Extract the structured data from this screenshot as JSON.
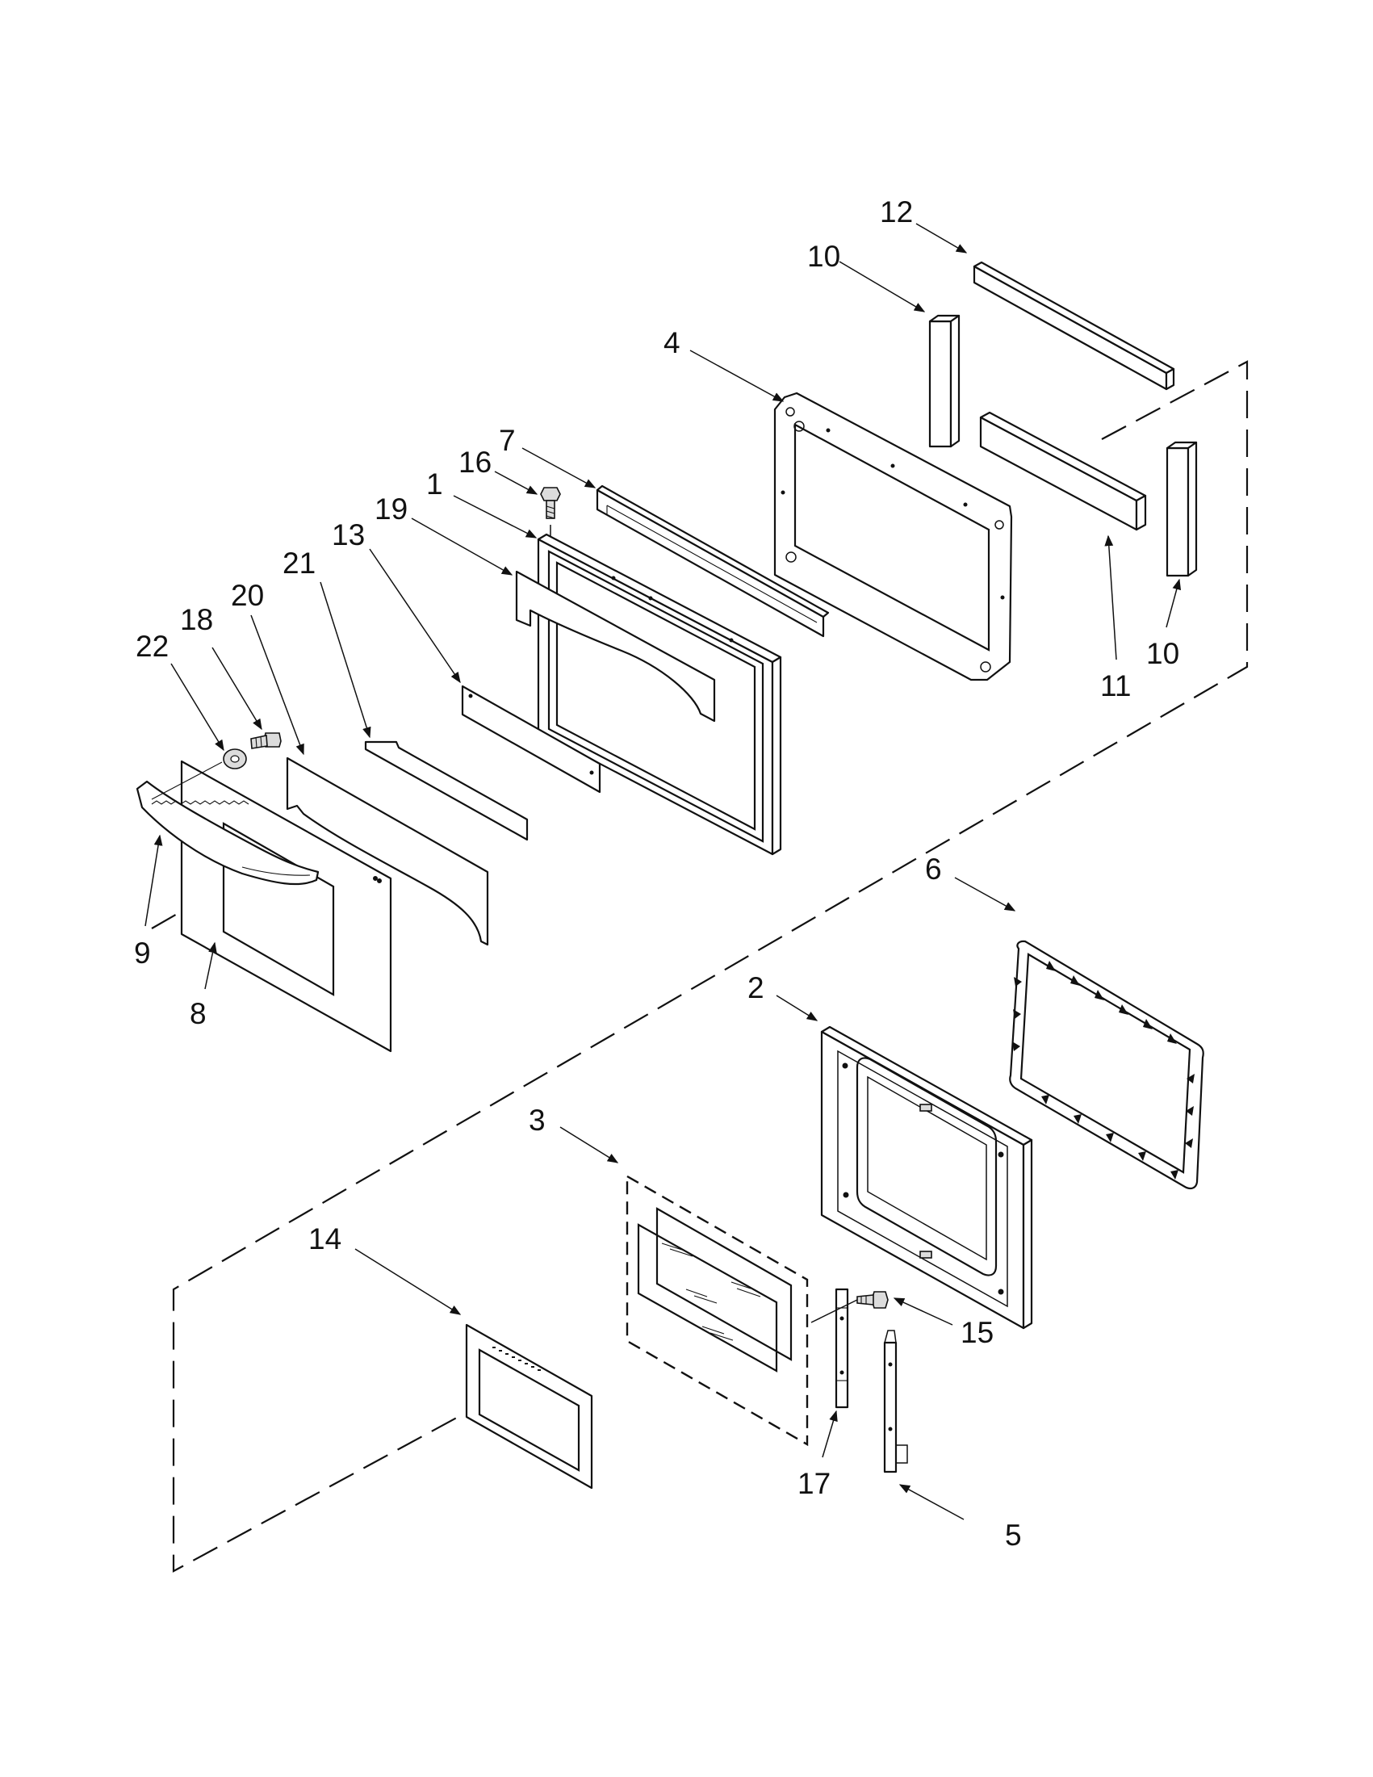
{
  "callouts": [
    {
      "id": "c12",
      "label": "12"
    },
    {
      "id": "c10a",
      "label": "10"
    },
    {
      "id": "c4",
      "label": "4"
    },
    {
      "id": "c7",
      "label": "7"
    },
    {
      "id": "c16",
      "label": "16"
    },
    {
      "id": "c1",
      "label": "1"
    },
    {
      "id": "c19",
      "label": "19"
    },
    {
      "id": "c13",
      "label": "13"
    },
    {
      "id": "c21",
      "label": "21"
    },
    {
      "id": "c20",
      "label": "20"
    },
    {
      "id": "c18",
      "label": "18"
    },
    {
      "id": "c22",
      "label": "22"
    },
    {
      "id": "c9",
      "label": "9"
    },
    {
      "id": "c8",
      "label": "8"
    },
    {
      "id": "c11",
      "label": "11"
    },
    {
      "id": "c10b",
      "label": "10"
    },
    {
      "id": "c6",
      "label": "6"
    },
    {
      "id": "c2",
      "label": "2"
    },
    {
      "id": "c3",
      "label": "3"
    },
    {
      "id": "c14",
      "label": "14"
    },
    {
      "id": "c15",
      "label": "15"
    },
    {
      "id": "c17",
      "label": "17"
    },
    {
      "id": "c5",
      "label": "5"
    }
  ]
}
